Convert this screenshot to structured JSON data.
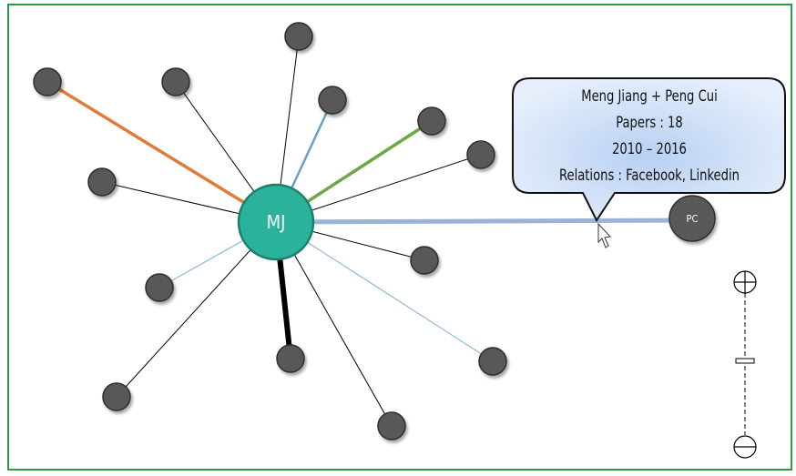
{
  "graph": {
    "center": {
      "label": "MJ",
      "color": "#2ab39a"
    },
    "selected_node": {
      "label": "PC"
    },
    "node_color": "#585858",
    "edge_colors": {
      "orange": "#e07b39",
      "blue": "#6a9fc8",
      "green": "#6aaa45",
      "highlight": "#9bb3d8",
      "thin_blue": "#7aaed0",
      "black": "#000000"
    }
  },
  "tooltip": {
    "line1": "Meng Jiang + Peng Cui",
    "line2": "Papers : 18",
    "line3": "2010 – 2016",
    "line4": "Relations : Facebook, Linkedin"
  },
  "zoom": {
    "in_icon": "zoom-in-icon",
    "out_icon": "zoom-out-icon"
  },
  "frame_color": "#2a9a4a"
}
